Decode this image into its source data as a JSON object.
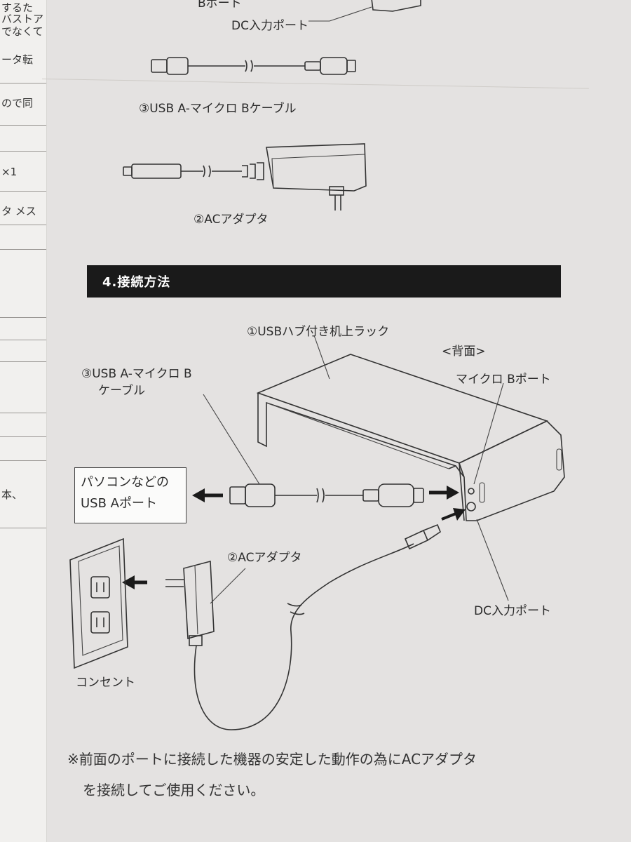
{
  "left_strip": {
    "text_lines": [
      "するた",
      "バストア",
      "でなくて",
      "ータ転",
      "ので同",
      "×1",
      "タ メス",
      "本、"
    ]
  },
  "top_labels": {
    "b_port_partial": "Bポート",
    "dc_input_port": "DC入力ポート"
  },
  "components": {
    "cable_label": "③USB A-マイクロ Bケーブル",
    "adapter_label": "②ACアダプタ"
  },
  "section": {
    "title": "4.接続方法"
  },
  "diagram": {
    "rack_label": "①USBハブ付き机上ラック",
    "back_label": "<背面>",
    "micro_b_port": "マイクロ Bポート",
    "cable_label_line1": "③USB A-マイクロ B",
    "cable_label_line2": "ケーブル",
    "pc_box_line1": "パソコンなどの",
    "pc_box_line2": "USB Aポート",
    "adapter_label": "②ACアダプタ",
    "dc_input_port": "DC入力ポート",
    "outlet_label": "コンセント"
  },
  "footnote": {
    "line1": "※前面のポートに接続した機器の安定した動作の為にACアダプタ",
    "line2": "を接続してご使用ください。"
  }
}
